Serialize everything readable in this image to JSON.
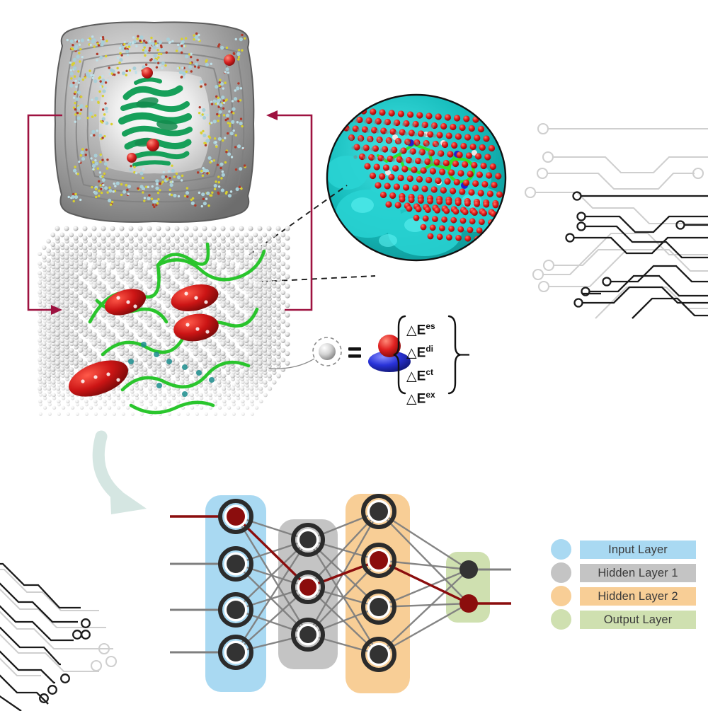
{
  "figure": {
    "title": "Multiscale workflow: MD solvation box, grid-based interaction-energy sampling, and neural network prediction",
    "background": "#ffffff"
  },
  "panels": {
    "md_box": {
      "name": "molecular-dynamics-solvation-box",
      "description": "Translucent grey solvent box enclosing a green protein ribbon with scattered solvent molecules and red ions",
      "colors": {
        "surface": "#9a9a9a",
        "protein_ribbon": "#17a05a",
        "ion": "#cc1f1f",
        "solvent_o": "#d8d030",
        "solvent_c": "#a8cfd8"
      }
    },
    "grid_box": {
      "name": "interaction-energy-grid",
      "description": "3D lattice of probe grid points surrounding a protein with red helices and green loops",
      "colors": {
        "grid_point": "#d9d9d9",
        "helix": "#c41a1a",
        "loop": "#22c425",
        "sheet": "#1c8e8e"
      }
    },
    "zoom_inset": {
      "name": "grid-point-zoom-inset",
      "description": "Circular magnification showing red grid probe points over a cyan molecular surface with a green ligand",
      "colors": {
        "surface": "#1fc4c4",
        "probe_point": "#e01b1b",
        "ligand": "#2ee02e",
        "nitrogen": "#2222cc",
        "ring": "#111111"
      }
    }
  },
  "probe_equation": {
    "name": "probe-energy-decomposition",
    "probe_label": "grid probe sphere",
    "equals": "=",
    "molecule_label": "probe molecule",
    "brace_open": "{",
    "brace_close": "}",
    "terms": [
      {
        "delta": "△",
        "base": "E",
        "sup": "es"
      },
      {
        "delta": "△",
        "base": "E",
        "sup": "di"
      },
      {
        "delta": "△",
        "base": "E",
        "sup": "ct"
      },
      {
        "delta": "△",
        "base": "E",
        "sup": "ex"
      }
    ],
    "molecule_colors": {
      "top_atom": "#e02020",
      "bottom_atoms": "#2832d8"
    }
  },
  "connectors": {
    "bracket_color": "#9e1240",
    "dashed_color": "#1a1a1a",
    "curved_arrow_color": "#d5e6e2"
  },
  "network": {
    "name": "neural-network-diagram",
    "edge_color": "#7f7f7f",
    "highlight_color": "#8b0d0d",
    "node_ring": "#2b2b2b",
    "node_fill": "#333333",
    "node_fill_highlight": "#8b0d0d",
    "layers": [
      {
        "id": "input",
        "label": "Input Layer",
        "box_color": "#a9d9f2",
        "nodes": 4,
        "highlight_index": 0
      },
      {
        "id": "hidden1",
        "label": "Hidden Layer 1",
        "box_color": "#c4c4c4",
        "nodes": 3,
        "highlight_index": 1
      },
      {
        "id": "hidden2",
        "label": "Hidden Layer 2",
        "box_color": "#f8ce96",
        "nodes": 4,
        "highlight_index": 1
      },
      {
        "id": "output",
        "label": "Output Layer",
        "box_color": "#cfe0b0",
        "nodes": 2,
        "highlight_index": 1
      }
    ],
    "highlight_path": [
      "input.0",
      "hidden1.1",
      "hidden2.1",
      "output.1"
    ]
  },
  "legend": {
    "name": "layer-legend",
    "items": [
      {
        "label": "Input Layer",
        "color": "#a9d9f2"
      },
      {
        "label": "Hidden Layer 1",
        "color": "#c4c4c4"
      },
      {
        "label": "Hidden Layer 2",
        "color": "#f8ce96"
      },
      {
        "label": "Output Layer",
        "color": "#cfe0b0"
      }
    ],
    "text_color": "#3a3a3a"
  },
  "decorations": {
    "circuit_top_right": {
      "name": "circuit-traces-top-right",
      "line_dark": "#1b1b1b",
      "line_light": "#cfcfcf"
    },
    "circuit_bottom_left": {
      "name": "circuit-traces-bottom-left",
      "line_dark": "#1b1b1b",
      "line_light": "#cfcfcf"
    }
  }
}
